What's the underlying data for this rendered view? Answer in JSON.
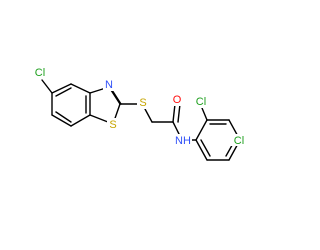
{
  "molecule": {
    "atom_labels": {
      "cl_benzothiazole": "Cl",
      "n_thiazole": "N",
      "s_ring": "S",
      "s_thioether": "S",
      "o_carbonyl": "O",
      "nh_amide": "NH",
      "cl_ortho": "Cl",
      "cl_para": "Cl"
    },
    "colors": {
      "bond": "#000000",
      "carbon_text": "#000000",
      "nitrogen": "#3050F8",
      "oxygen": "#FF0D0D",
      "sulfur": "#C6A500",
      "chlorine": "#1FA01F"
    }
  }
}
